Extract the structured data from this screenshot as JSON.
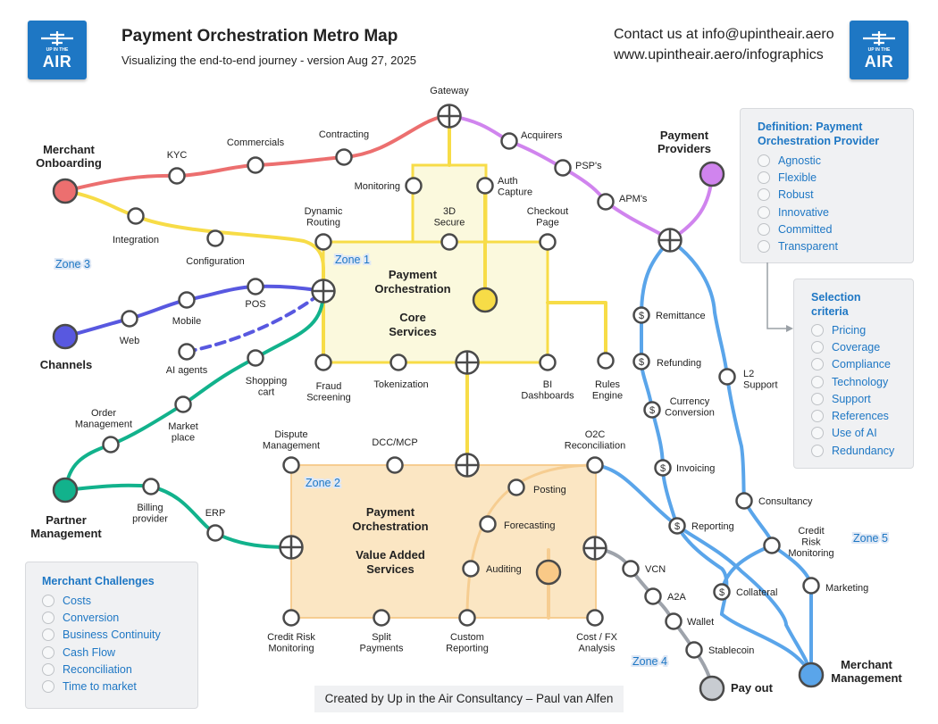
{
  "header": {
    "title": "Payment Orchestration Metro Map",
    "subtitle": "Visualizing the end-to-end journey - version Aug 27, 2025",
    "contact_line1": "Contact us at info@upintheair.aero",
    "contact_line2": "www.upintheair.aero/infographics",
    "logo_text": "AIR",
    "logo_small": "UP IN THE"
  },
  "footer": {
    "credit": "Created by Up in the Air Consultancy – Paul van Alfen"
  },
  "definition_panel": {
    "heading_line1": "Definition: Payment",
    "heading_line2": "Orchestration Provider",
    "items": [
      "Agnostic",
      "Flexible",
      "Robust",
      "Innovative",
      "Committed",
      "Transparent"
    ]
  },
  "selection_panel": {
    "heading_line1": "Selection",
    "heading_line2": "criteria",
    "items": [
      "Pricing",
      "Coverage",
      "Compliance",
      "Technology",
      "Support",
      "References",
      "Use of AI",
      "Redundancy"
    ]
  },
  "challenges_panel": {
    "heading": "Merchant Challenges",
    "items": [
      "Costs",
      "Conversion",
      "Business Continuity",
      "Cash Flow",
      "Reconciliation",
      "Time to market"
    ]
  },
  "colors": {
    "onboarding": "#ec6f6f",
    "channels": "#5858e0",
    "partner": "#12b28c",
    "yellow": "#f7dc47",
    "providers": "#d084ee",
    "merchant": "#5aa5ea",
    "payout": "#9ea3ab",
    "brand": "#1e77c4"
  },
  "terminals": {
    "merchant_onboarding": [
      "Merchant",
      "Onboarding"
    ],
    "payment_providers": [
      "Payment",
      "Providers"
    ],
    "channels": [
      "Channels"
    ],
    "partner_management": [
      "Partner",
      "Management"
    ],
    "merchant_management": [
      "Merchant",
      "Management"
    ],
    "pay_out": [
      "Pay out"
    ]
  },
  "zones": {
    "zone1": "Zone 1",
    "zone2": "Zone 2",
    "zone3": "Zone 3",
    "zone4": "Zone 4",
    "zone5": "Zone 5"
  },
  "boxes": {
    "core": [
      "Payment",
      "Orchestration",
      "",
      "Core",
      "Services"
    ],
    "value_added": [
      "Payment",
      "Orchestration",
      "",
      "Value Added",
      "Services"
    ]
  },
  "stations": {
    "kyc": [
      "KYC"
    ],
    "commercials": [
      "Commercials"
    ],
    "contracting": [
      "Contracting"
    ],
    "gateway": [
      "Gateway"
    ],
    "acquirers": [
      "Acquirers"
    ],
    "psps": [
      "PSP's"
    ],
    "apms": [
      "APM's"
    ],
    "integration": [
      "Integration"
    ],
    "configuration": [
      "Configuration"
    ],
    "monitoring": [
      "Monitoring"
    ],
    "auth_capture": [
      "Auth",
      "Capture"
    ],
    "dynamic_routing": [
      "Dynamic",
      "Routing"
    ],
    "secure3d": [
      "3D",
      "Secure"
    ],
    "checkout_page": [
      "Checkout",
      "Page"
    ],
    "web": [
      "Web"
    ],
    "mobile": [
      "Mobile"
    ],
    "pos": [
      "POS"
    ],
    "ai_agents": [
      "AI agents"
    ],
    "shopping_cart": [
      "Shopping",
      "cart"
    ],
    "fraud_screening": [
      "Fraud",
      "Screening"
    ],
    "tokenization": [
      "Tokenization"
    ],
    "bi_dashboards": [
      "BI",
      "Dashboards"
    ],
    "rules_engine": [
      "Rules",
      "Engine"
    ],
    "order_management": [
      "Order",
      "Management"
    ],
    "market_place": [
      "Market",
      "place"
    ],
    "billing_provider": [
      "Billing",
      "provider"
    ],
    "erp": [
      "ERP"
    ],
    "dispute_management": [
      "Dispute",
      "Management"
    ],
    "dcc_mcp": [
      "DCC/MCP"
    ],
    "o2c_reconciliation": [
      "O2C",
      "Reconciliation"
    ],
    "posting": [
      "Posting"
    ],
    "forecasting": [
      "Forecasting"
    ],
    "auditing": [
      "Auditing"
    ],
    "credit_risk_monitoring_bottom": [
      "Credit Risk",
      "Monitoring"
    ],
    "split_payments": [
      "Split",
      "Payments"
    ],
    "custom_reporting": [
      "Custom",
      "Reporting"
    ],
    "cost_fx_analysis": [
      "Cost / FX",
      "Analysis"
    ],
    "vcn": [
      "VCN"
    ],
    "a2a": [
      "A2A"
    ],
    "wallet": [
      "Wallet"
    ],
    "stablecoin": [
      "Stablecoin"
    ],
    "remittance": [
      "Remittance"
    ],
    "refunding": [
      "Refunding"
    ],
    "currency_conversion": [
      "Currency",
      "Conversion"
    ],
    "invoicing": [
      "Invoicing"
    ],
    "reporting": [
      "Reporting"
    ],
    "collateral": [
      "Collateral"
    ],
    "l2_support": [
      "L2",
      "Support"
    ],
    "consultancy": [
      "Consultancy"
    ],
    "credit_risk_monitoring_right": [
      "Credit",
      "Risk",
      "Monitoring"
    ],
    "marketing": [
      "Marketing"
    ]
  }
}
